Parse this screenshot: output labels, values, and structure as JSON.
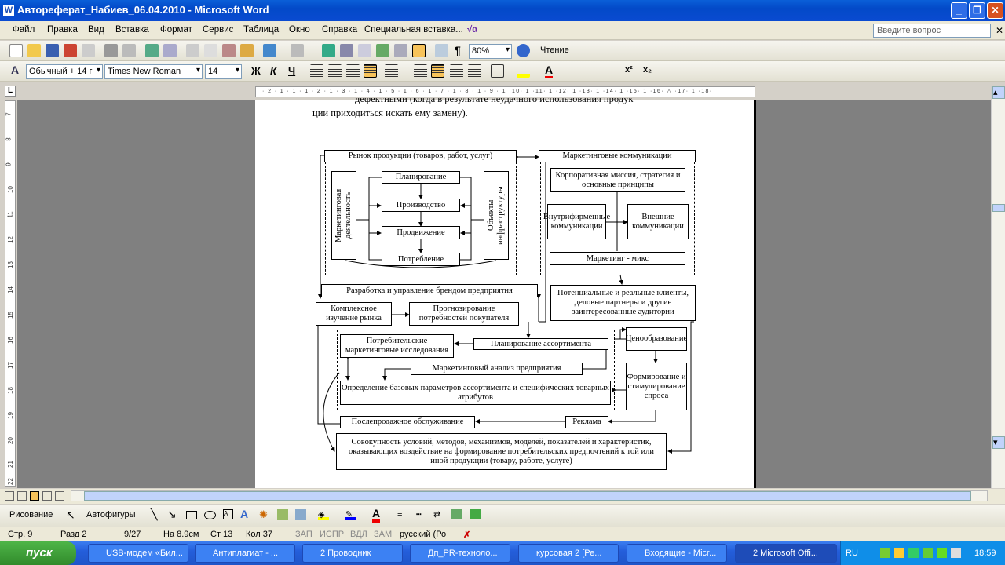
{
  "window": {
    "title": "Автореферат_Набиев_06.04.2010 - Microsoft Word"
  },
  "menu": {
    "items": [
      "Файл",
      "Правка",
      "Вид",
      "Вставка",
      "Формат",
      "Сервис",
      "Таблица",
      "Окно",
      "Справка",
      "Специальная вставка..."
    ],
    "ask_placeholder": "Введите вопрос"
  },
  "toolbar": {
    "zoom": "80%",
    "reading": "Чтение"
  },
  "format": {
    "style": "Обычный + 14 г",
    "font": "Times New Roman",
    "size": "14",
    "bold": "Ж",
    "italic": "К",
    "underline": "Ч"
  },
  "ruler": {
    "h": "· 2 · 1 · 1 · 1 · 2 · 1 · 3 · 1 · 4 · 1 · 5 · 1 · 6 · 1 · 7 · 1 · 8 · 1 · 9 · 1 ·10· 1 ·11· 1 ·12· 1 ·13· 1 ·14· 1 ·15· 1 ·16· △ ·17· 1 ·18·",
    "v": [
      "7",
      "8",
      "9",
      "10",
      "11",
      "12",
      "13",
      "14",
      "15",
      "16",
      "17",
      "18",
      "19",
      "20",
      "21",
      "22"
    ]
  },
  "doc": {
    "line1": "дефектными (когда в результате неудачного использования продук",
    "line2": "ции приходиться искать ему замену).",
    "diagram": {
      "market": "Рынок продукции (товаров, работ, услуг)",
      "mk_activity": "Маркетинговая деятельность",
      "infra": "Объекты инфраструктуры",
      "planning": "Планирование",
      "production": "Производство",
      "promotion": "Продвижение",
      "consumption": "Потребление",
      "mcomm": "Маркетинговые коммуникации",
      "mission": "Корпоративная миссия, стратегия и основные принципы",
      "internal": "Внутрифирменные коммуникации",
      "external": "Внешние коммуникации",
      "mix": "Маркетинг - микс",
      "brand": "Разработка и управление брендом предприятия",
      "audience": "Потенциальные и реальные клиенты, деловые партнеры и другие заинтересованные аудитории",
      "complex": "Комплексное изучение рынка",
      "forecast": "Прогнозирование потребностей покупателя",
      "research": "Потребительские маркетинговые исследования",
      "assortment": "Планирование ассортимента",
      "analysis": "Маркетинговый анализ предприятия",
      "params": "Определение базовых параметров ассортимента и специфических товарных атрибутов",
      "pricing": "Ценообразование",
      "demand": "Формирование и стимулирование спроса",
      "after": "Послепродажное обслуживание",
      "ads": "Реклама",
      "total": "Совокупность условий, методов, механизмов, моделей, показателей и характеристик, оказывающих воздействие на формирование потребительских предпочтений к той или иной продукции (товару, работе, услуге)"
    }
  },
  "drawing": {
    "draw": "Рисование",
    "autoshapes": "Автофигуры"
  },
  "status": {
    "page": "Стр. 9",
    "section": "Разд 2",
    "pages": "9/27",
    "at": "На 8.9см",
    "line": "Ст 13",
    "col": "Кол 37",
    "rec": "ЗАП",
    "trk": "ИСПР",
    "ext": "ВДЛ",
    "ovr": "ЗАМ",
    "lang": "русский (Ро"
  },
  "taskbar": {
    "start": "пуск",
    "tasks": [
      "USB-модем «Бил...",
      "Антиплагиат - ...",
      "2 Проводник",
      "Дп_PR-техноло...",
      "курсовая 2 [Ре...",
      "Входящие - Micr...",
      "2 Microsoft Offi..."
    ],
    "lang": "RU",
    "time": "18:59"
  }
}
